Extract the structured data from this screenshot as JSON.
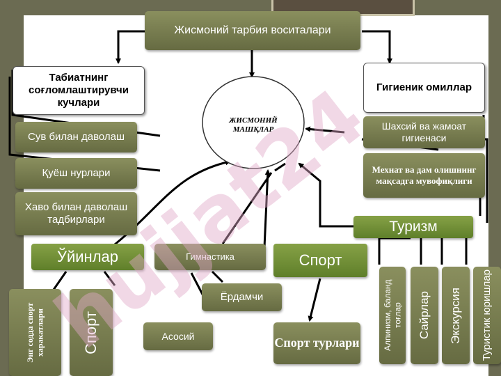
{
  "title": "Жисмоний тарбия воситалари",
  "center": "ЖИСМОНИЙ МАШҚЛАР",
  "left_header": "Табиатнинг соғломлаштирувчи кучлари",
  "left_items": [
    "Сув билан даволаш",
    "Қуёш нурлари",
    "Хаво билан даволаш тадбирлари"
  ],
  "right_header": "Гигиеник омиллар",
  "right_items": [
    "Шахсий ва жамоат гигиенаси",
    "Мехнат ва дам олишнинг мақсадга мувофиқлиги"
  ],
  "turizm": "Туризм",
  "turizm_items": [
    "Алпинизм, баланд тоғлар",
    "Сайрлар",
    "Экскурсия",
    "Туристик юришлар"
  ],
  "uyinlar": "Ўйинлар",
  "gimnastika": "Гимнастика",
  "sport": "Спорт",
  "yordamchi": "Ёрдамчи",
  "asosiy": "Асосий",
  "sport_turlari": "Спорт турлари",
  "eng_sodda": "Энг содда спорт харакатлари",
  "sport_small": "Спорт",
  "watermark": "hujjat24",
  "colors": {
    "olive": "#777b4f",
    "green": "#6f8f36",
    "watermark": "#e0a8c8"
  }
}
